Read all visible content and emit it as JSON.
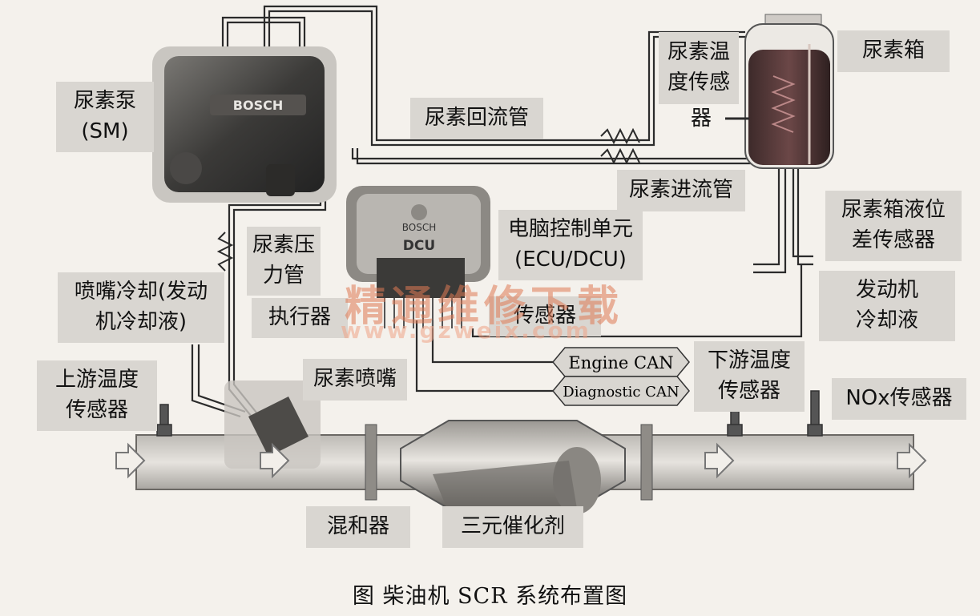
{
  "labels": {
    "urea_pump": "尿素泵\n(SM)",
    "return_pipe": "尿素回流管",
    "temp_sensor_tank": "尿素温\n度传感",
    "temp_sensor_tank_tail": "器",
    "urea_tank": "尿素箱",
    "inlet_pipe": "尿素进流管",
    "pressure_pipe": "尿素压\n力管",
    "ecu": "电脑控制单元\n(ECU/DCU)",
    "level_sensor": "尿素箱液位\n差传感器",
    "nozzle_cooling": "喷嘴冷却(发动\n机冷却液)",
    "actuator": "执行器",
    "sensor": "传感器",
    "coolant": "发动机\n冷却液",
    "downstream_temp": "下游温度\n传感器",
    "upstream_temp": "上游温度\n传感器",
    "nozzle": "尿素喷嘴",
    "nox_sensor": "NOx传感器",
    "mixer": "混和器",
    "catalyst": "三元催化剂"
  },
  "can": {
    "engine": "Engine CAN",
    "diagnostic": "Diagnostic CAN"
  },
  "device_text": {
    "pump_brand": "BOSCH",
    "dcu_brand": "BOSCH",
    "dcu": "DCU"
  },
  "watermark": {
    "line1": "精通维修下载",
    "line2": "www.gzweix.com"
  },
  "caption": "图   柴油机 SCR 系统布置图",
  "colors": {
    "background": "#f4f1ec",
    "label_box": "#d9d6d1",
    "pipe": "#2b2b2b",
    "tank_liquid": "#5a3a3a",
    "watermark": "#e07a55"
  }
}
